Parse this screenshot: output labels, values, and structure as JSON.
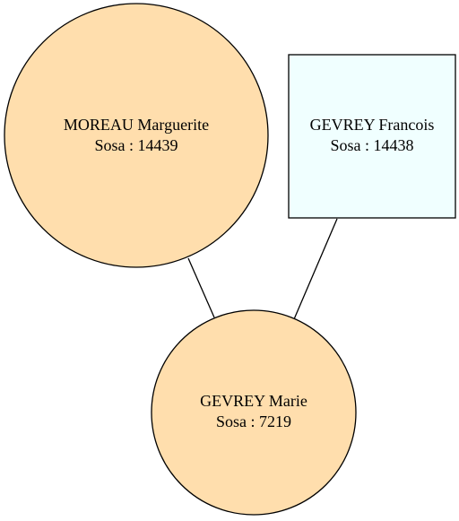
{
  "colors": {
    "female": "#ffdead",
    "male": "#f0ffff",
    "stroke": "#000000",
    "background": "#ffffff"
  },
  "nodes": [
    {
      "id": "moreau",
      "shape": "circle",
      "name": "MOREAU Marguerite",
      "sosa": "Sosa : 14439",
      "fill": "female"
    },
    {
      "id": "gevrey-francois",
      "shape": "box",
      "name": "GEVREY Francois",
      "sosa": "Sosa : 14438",
      "fill": "male"
    },
    {
      "id": "gevrey-marie",
      "shape": "circle",
      "name": "GEVREY Marie",
      "sosa": "Sosa : 7219",
      "fill": "female"
    }
  ],
  "edges": [
    {
      "from": "moreau",
      "to": "gevrey-marie"
    },
    {
      "from": "gevrey-francois",
      "to": "gevrey-marie"
    }
  ]
}
